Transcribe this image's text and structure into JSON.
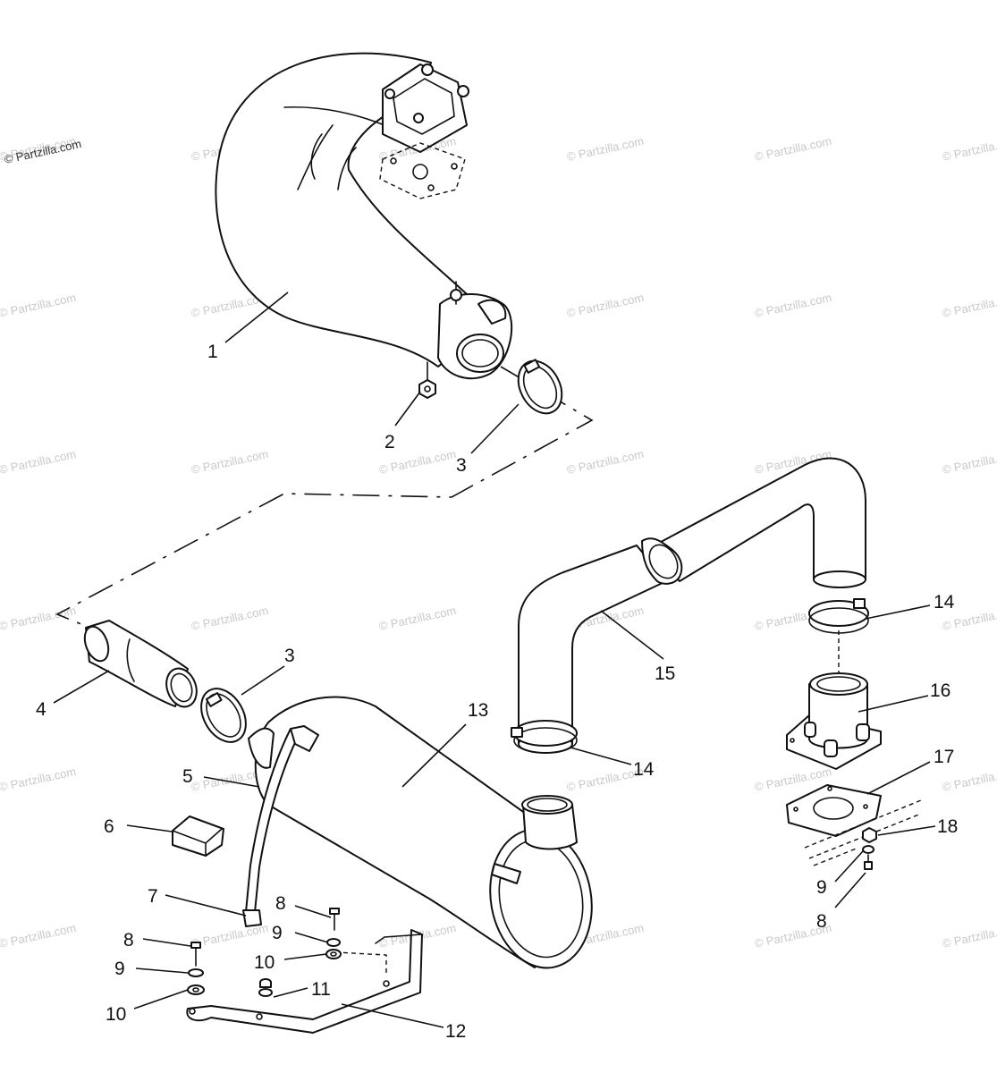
{
  "watermark": {
    "text": "© Partzilla.com"
  },
  "callouts": {
    "c1": "1",
    "c2": "2",
    "c3a": "3",
    "c3b": "3",
    "c4": "4",
    "c5": "5",
    "c6": "6",
    "c7": "7",
    "c8a": "8",
    "c8b": "8",
    "c8c": "8",
    "c9a": "9",
    "c9b": "9",
    "c9c": "9",
    "c10a": "10",
    "c10b": "10",
    "c11": "11",
    "c12": "12",
    "c13": "13",
    "c14a": "14",
    "c14b": "14",
    "c15": "15",
    "c16": "16",
    "c17": "17",
    "c18": "18"
  }
}
